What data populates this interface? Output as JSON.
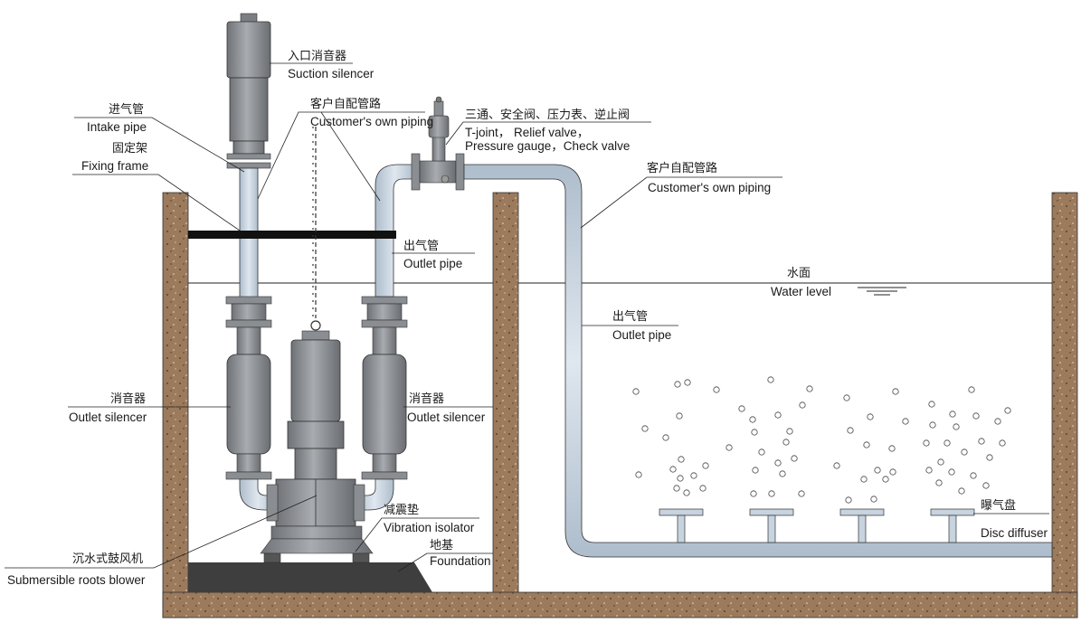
{
  "labels": {
    "suction_silencer": {
      "zh": "入口消音器",
      "en": "Suction silencer"
    },
    "intake_pipe": {
      "zh": "进气管",
      "en": "Intake pipe"
    },
    "customers_own_piping_1": {
      "zh": "客户自配管路",
      "en": "Customer's own piping"
    },
    "valves": {
      "zh": "三通、安全阀、压力表、逆止阀",
      "en1": "T-joint， Relief valve，",
      "en2": "Pressure gauge，Check valve"
    },
    "fixing_frame": {
      "zh": "固定架",
      "en": "Fixing frame"
    },
    "customers_own_piping_2": {
      "zh": "客户自配管路",
      "en": "Customer's own piping"
    },
    "outlet_pipe_1": {
      "zh": "出气管",
      "en": "Outlet pipe"
    },
    "water_level": {
      "zh": "水面",
      "en": "Water level"
    },
    "outlet_pipe_2": {
      "zh": "出气管",
      "en": "Outlet pipe"
    },
    "outlet_silencer_left": {
      "zh": "消音器",
      "en": "Outlet silencer"
    },
    "outlet_silencer_right": {
      "zh": "消音器",
      "en": "Outlet silencer"
    },
    "vibration_isolator": {
      "zh": "减震垫",
      "en": "Vibration isolator"
    },
    "foundation": {
      "zh": "地基",
      "en": "Foundation"
    },
    "disc_diffuser": {
      "zh": "曝气盘",
      "en": "Disc diffuser"
    },
    "blower": {
      "zh": "沉水式鼓风机",
      "en": "Submersible roots blower"
    }
  },
  "colors": {
    "soil": "#9c7a5c",
    "pipe": "#c7d3df",
    "equipment": "#8a8d91",
    "foundation": "#3e3e3e",
    "frame": "#111111"
  }
}
